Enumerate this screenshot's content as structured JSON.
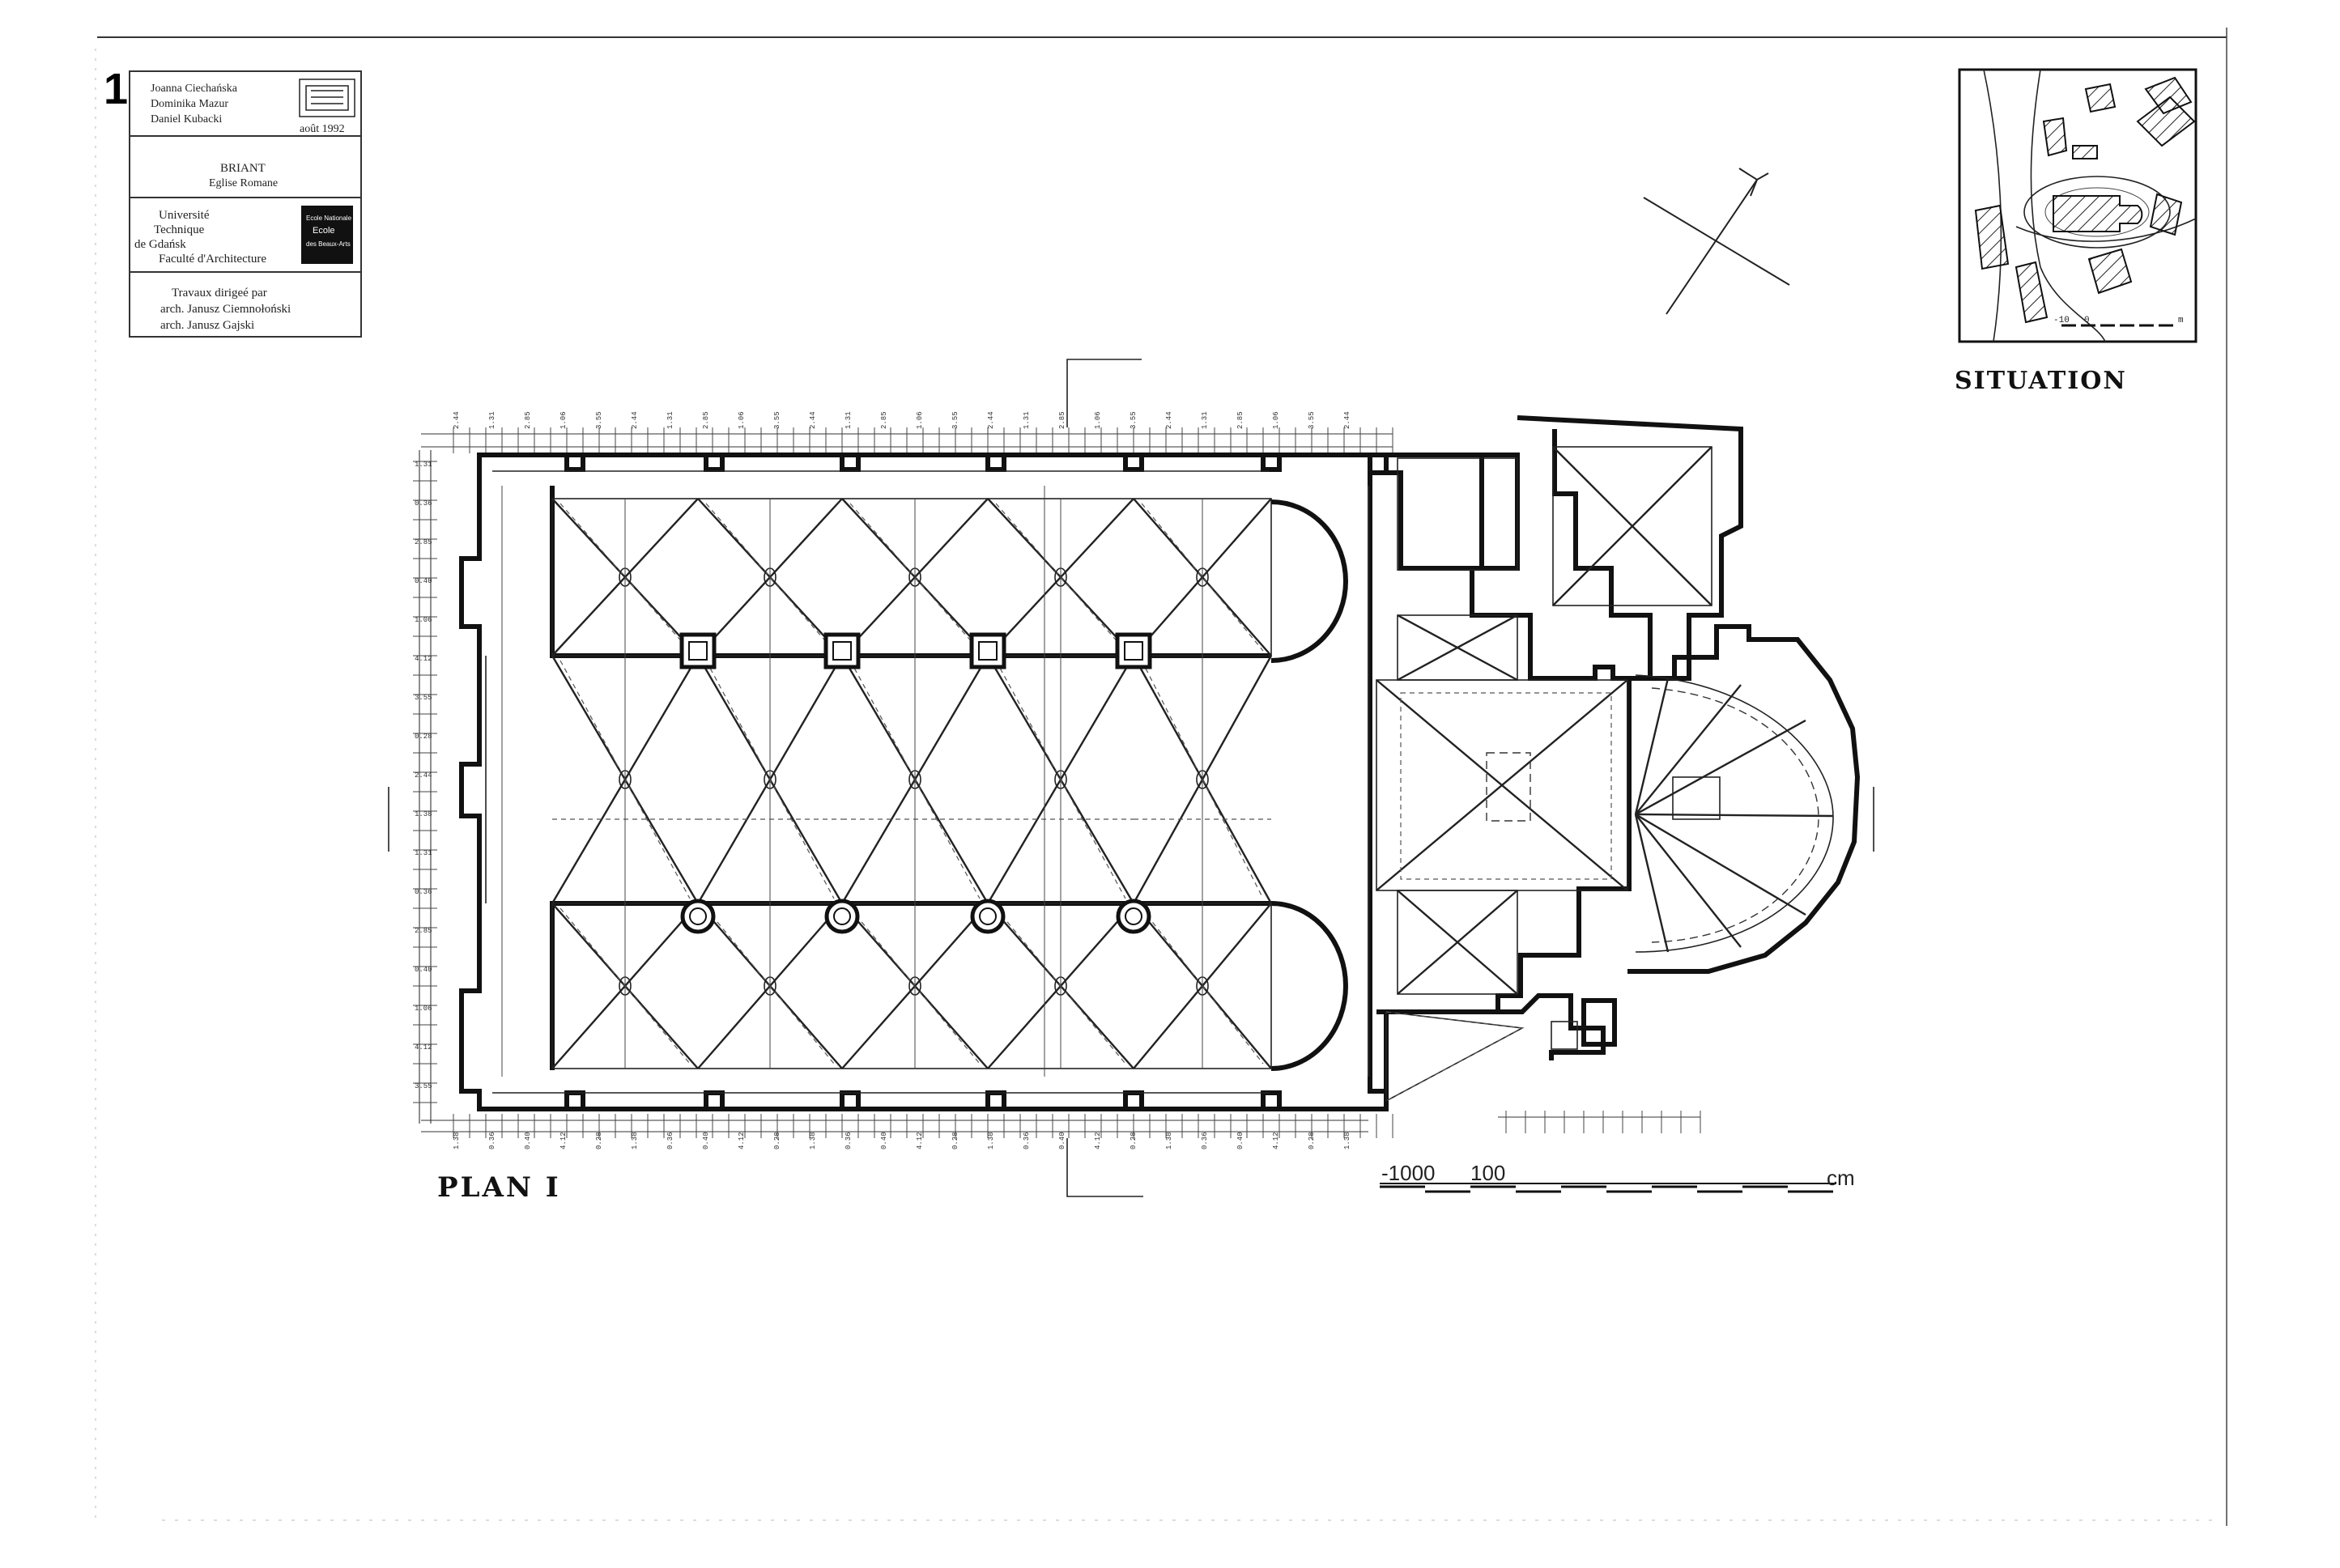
{
  "sheet": {
    "number": "1"
  },
  "title_block": {
    "authors": [
      "Joanna Ciechańska",
      "Dominika Mazur",
      "Daniel Kubacki"
    ],
    "date": "août 1992",
    "project": "BRIANT",
    "subject": "Eglise Romane",
    "institution": [
      "Université",
      "Technique",
      "de Gdańsk",
      "Faculté d'Architecture"
    ],
    "logo_lines": [
      "Ecole Nationale",
      "Ecole",
      "des Beaux-Arts"
    ],
    "supervision": [
      "Travaux dirigeé par",
      "arch. Janusz Ciemnołoński",
      "arch. Janusz Gajski"
    ]
  },
  "drawing": {
    "plan_label": "PLAN I",
    "situation_label": "SITUATION",
    "scale": {
      "labels": [
        "-100",
        "0",
        "100"
      ],
      "unit": "cm"
    },
    "situation_scale": {
      "labels": [
        "-10",
        "0",
        "m"
      ]
    },
    "dimension_samples": [
      "2.44",
      "1.38",
      "1.31",
      "0.36",
      "2.85",
      "0.40",
      "1.06",
      "4.12",
      "3.55",
      "0.28"
    ],
    "north_arrow": true
  },
  "colors": {
    "ink": "#111111",
    "paper": "#ffffff",
    "pencil": "#555555"
  }
}
